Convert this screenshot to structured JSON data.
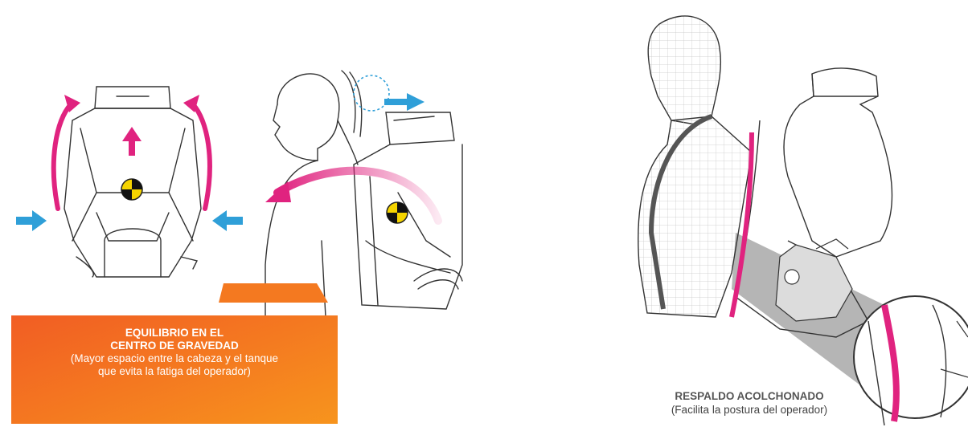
{
  "left_caption": {
    "title_line1": "EQUILIBRIO EN EL",
    "title_line2": "CENTRO DE GRAVEDAD",
    "subtitle_line1": "(Mayor espacio entre la cabeza y el tanque",
    "subtitle_line2": "que evita la fatiga del operador)"
  },
  "right_caption": {
    "title": "RESPALDO ACOLCHONADO",
    "subtitle": "(Facilita la postura del operador)"
  },
  "colors": {
    "accent_magenta": "#e0237f",
    "accent_blue": "#2f9fd8",
    "orange": "#f47920",
    "cog_yellow": "#f5d400",
    "line": "#333333",
    "shadow": "#b5b5b5"
  },
  "icons": [
    "center-of-gravity-icon",
    "arrow-up-icon",
    "arrow-curved-icon",
    "arrow-right-icon",
    "arrow-left-icon"
  ]
}
